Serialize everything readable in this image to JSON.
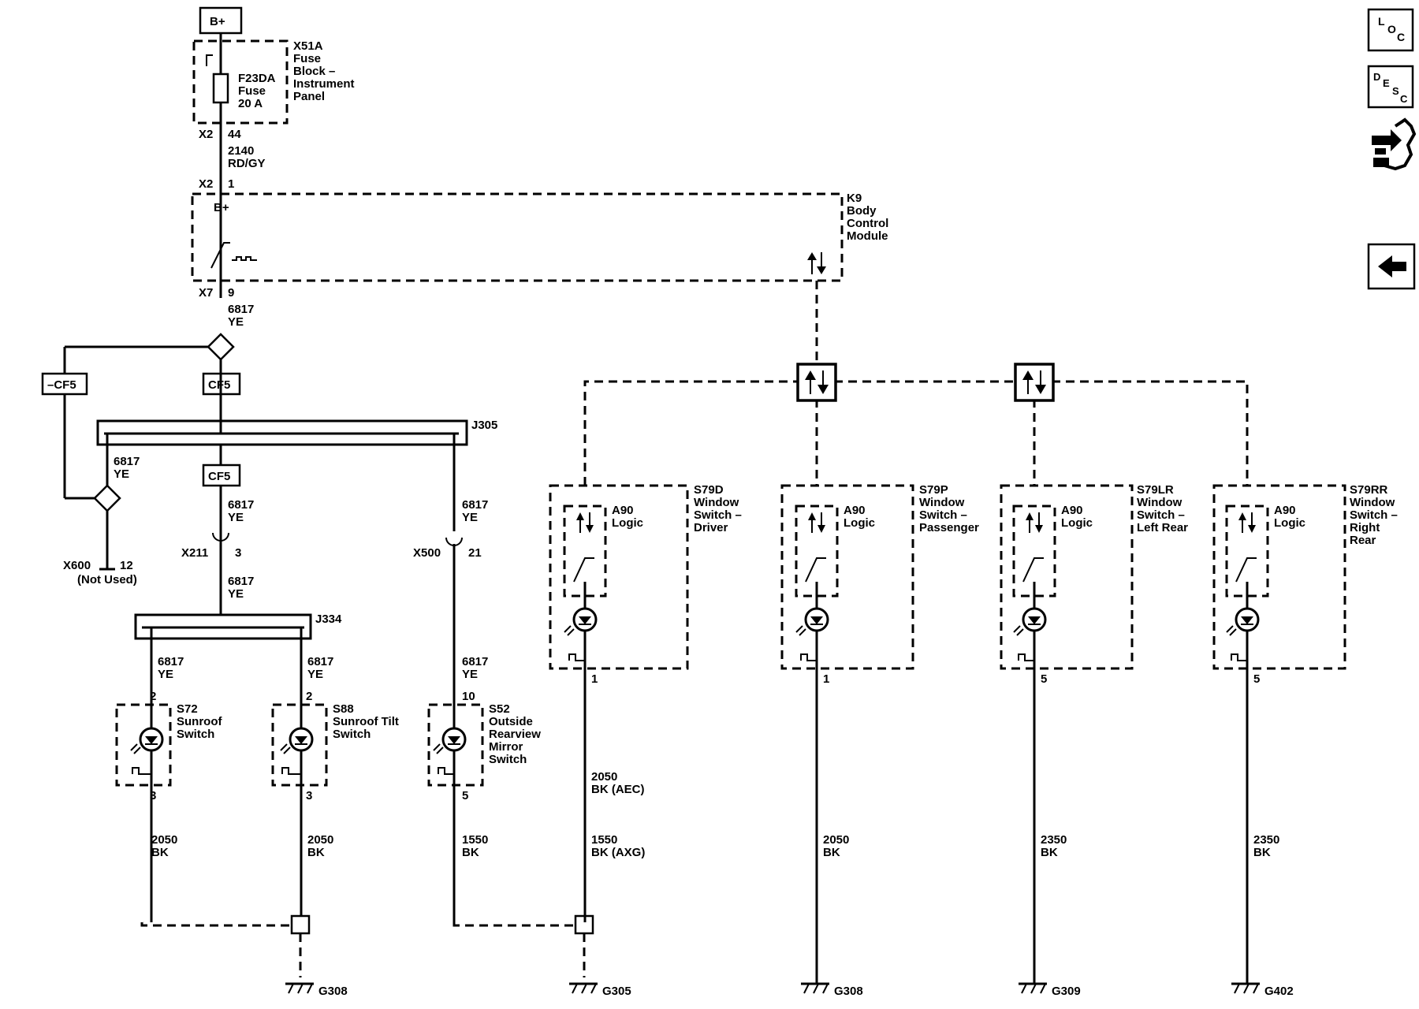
{
  "power": {
    "label": "B+"
  },
  "fuse_block": {
    "connector": "X51A",
    "name_lines": [
      "Fuse",
      "Block –",
      "Instrument",
      "Panel"
    ],
    "fuse_id": "F23DA",
    "fuse_word": "Fuse",
    "fuse_rating": "20 A",
    "out_connector": "X2",
    "out_pin": "44"
  },
  "wire_2140": {
    "circuit": "2140",
    "color": "RD/GY"
  },
  "bcm": {
    "connector": "K9",
    "name_lines": [
      "Body",
      "Control",
      "Module"
    ],
    "in_connector": "X2",
    "in_pin": "1",
    "in_label": "B+",
    "out_connector": "X7",
    "out_pin": "9"
  },
  "wire_6817_top": {
    "circuit": "6817",
    "color": "YE"
  },
  "cf5_left": "–CF5",
  "cf5_center": "CF5",
  "cf5_lower": "CF5",
  "splice_j305": "J305",
  "wire_6817_left": {
    "circuit": "6817",
    "color": "YE"
  },
  "wire_6817_mid": {
    "circuit": "6817",
    "color": "YE"
  },
  "wire_6817_right": {
    "circuit": "6817",
    "color": "YE"
  },
  "x600": {
    "connector": "X600",
    "pin": "12",
    "note": "(Not Used)"
  },
  "x211": {
    "connector": "X211",
    "pin": "3"
  },
  "x500": {
    "connector": "X500",
    "pin": "21"
  },
  "wire_6817_x211": {
    "circuit": "6817",
    "color": "YE"
  },
  "splice_j334": "J334",
  "wire_6817_s72": {
    "circuit": "6817",
    "color": "YE"
  },
  "wire_6817_s88": {
    "circuit": "6817",
    "color": "YE"
  },
  "wire_6817_s52": {
    "circuit": "6817",
    "color": "YE"
  },
  "s72": {
    "id": "S72",
    "name_lines": [
      "Sunroof",
      "Switch"
    ],
    "pin_in": "2",
    "pin_out": "3",
    "wire": {
      "circuit": "2050",
      "color": "BK"
    }
  },
  "s88": {
    "id": "S88",
    "name_lines": [
      "Sunroof Tilt",
      "Switch"
    ],
    "pin_in": "2",
    "pin_out": "3",
    "wire": {
      "circuit": "2050",
      "color": "BK"
    }
  },
  "s52": {
    "id": "S52",
    "name_lines": [
      "Outside",
      "Rearview",
      "Mirror",
      "Switch"
    ],
    "pin_in": "10",
    "pin_out": "5",
    "wire": {
      "circuit": "1550",
      "color": "BK"
    }
  },
  "s79d": {
    "id": "S79D",
    "name_lines": [
      "Window",
      "Switch –",
      "Driver"
    ],
    "logic_id": "A90",
    "logic_word": "Logic",
    "pin": "1",
    "wire_a": {
      "circuit": "2050",
      "color": "BK (AEC)"
    },
    "wire_b": {
      "circuit": "1550",
      "color": "BK (AXG)"
    }
  },
  "s79p": {
    "id": "S79P",
    "name_lines": [
      "Window",
      "Switch –",
      "Passenger"
    ],
    "logic_id": "A90",
    "logic_word": "Logic",
    "pin": "1",
    "wire": {
      "circuit": "2050",
      "color": "BK"
    }
  },
  "s79lr": {
    "id": "S79LR",
    "name_lines": [
      "Window",
      "Switch –",
      "Left Rear"
    ],
    "logic_id": "A90",
    "logic_word": "Logic",
    "pin": "5",
    "wire": {
      "circuit": "2350",
      "color": "BK"
    }
  },
  "s79rr": {
    "id": "S79RR",
    "name_lines": [
      "Window",
      "Switch –",
      "Right",
      "Rear"
    ],
    "logic_id": "A90",
    "logic_word": "Logic",
    "pin": "5",
    "wire": {
      "circuit": "2350",
      "color": "BK"
    }
  },
  "grounds": {
    "g1": "G308",
    "g2": "G305",
    "g3": "G308",
    "g4": "G309",
    "g5": "G402"
  },
  "nav": {
    "loc": [
      "L",
      "O",
      "C"
    ],
    "desc": [
      "D",
      "E",
      "S",
      "C"
    ]
  }
}
